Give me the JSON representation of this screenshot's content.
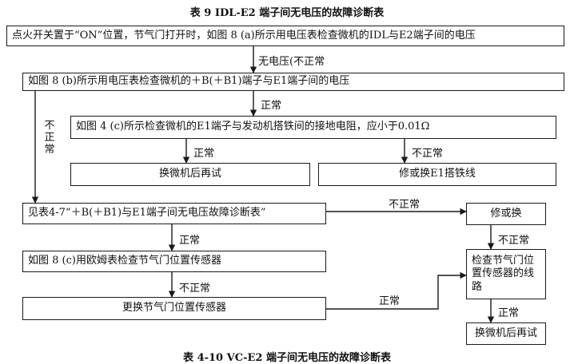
{
  "header_title": "表 9   IDL-E2 端子间无电压的故障诊断表",
  "footer_title": "表 4-10   VC-E2 端子间无电压的故障诊断表",
  "boxes": {
    "b1": "点火开关置于“ON”位置，节气门打开时，如图  8  (a)所示用电压表检查微机的IDL与E2端子间的电压",
    "b2": "如图  8  (b)所示用电压表检查微机的＋B(＋B1)端子与E1端子间的电压",
    "b3": "如图  4  (c)所示检查微机的E1端子与发动机搭铁间的接地电阻，应小于0.01Ω",
    "b4": "换微机后再试",
    "b5": "修或换E1搭铁线",
    "b6": "见表4-7“＋B(＋B1)与E1端子间无电压故障诊断表”",
    "b7": "修或换",
    "b8": "如图  8  (c)用欧姆表检查节气门位置传感器",
    "b9": "检查节气门位置传感器的线路",
    "b10": "更换节气门位置传感器",
    "b11": "换微机后再试"
  },
  "labels": {
    "l1": "无电压(不正常",
    "l2": "正常",
    "l3": "不正常",
    "l4": "正常",
    "l5": "不正常",
    "l6": "不正常",
    "l7": "正常",
    "l8": "不正常",
    "l9": "不正常",
    "l10": "正常",
    "l11": "正常"
  }
}
